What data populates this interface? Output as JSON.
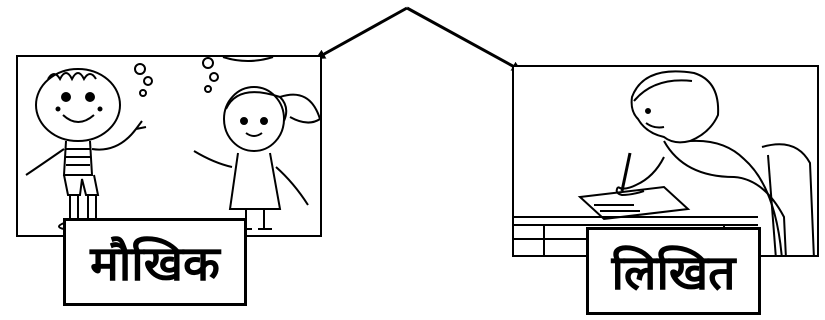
{
  "diagram": {
    "labels": {
      "left": "मौखिक",
      "right": "लिखित"
    },
    "panels": {
      "left": "illustration-children-talking",
      "right": "illustration-man-writing"
    },
    "colors": {
      "line": "#000000",
      "background": "#ffffff"
    }
  }
}
